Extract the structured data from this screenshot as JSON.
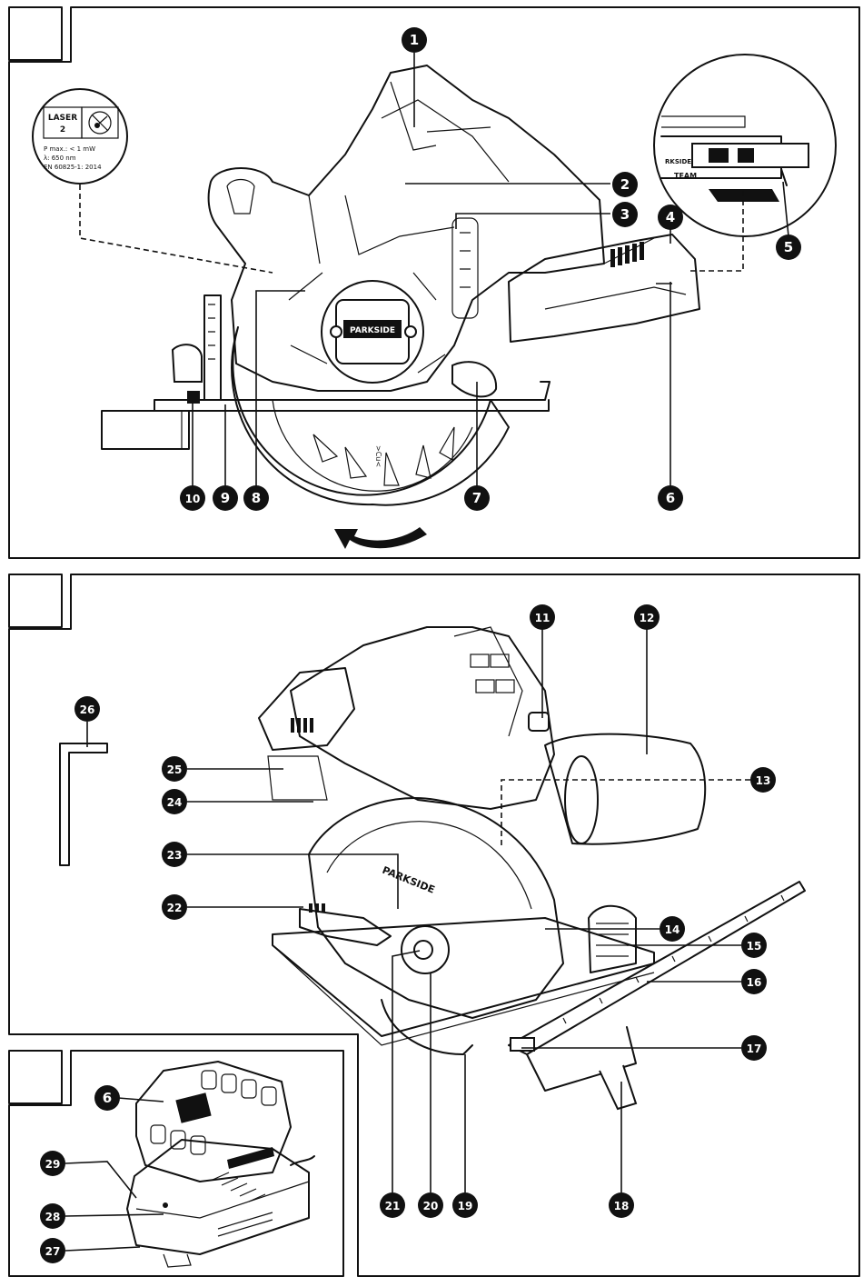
{
  "laser_label": {
    "class_line1": "LASER",
    "class_line2": "2",
    "power": "P max.: < 1 mW",
    "wavelength": "λ: 650 nm",
    "standard": "EN 60825-1: 2014"
  },
  "brand": {
    "name": "PARKSIDE",
    "team_partial": "RKSIDE",
    "team_word": "TEAM"
  },
  "blade_marking": ">Cu<",
  "callouts": [
    "1",
    "2",
    "3",
    "4",
    "5",
    "6",
    "7",
    "8",
    "9",
    "10",
    "11",
    "12",
    "13",
    "14",
    "15",
    "16",
    "17",
    "18",
    "19",
    "20",
    "21",
    "22",
    "23",
    "24",
    "25",
    "26",
    "27",
    "28",
    "29"
  ],
  "icons": [
    "laser-warning-icon",
    "rotation-arrow-icon",
    "allen-key-icon",
    "charger-icon",
    "battery-icon"
  ]
}
